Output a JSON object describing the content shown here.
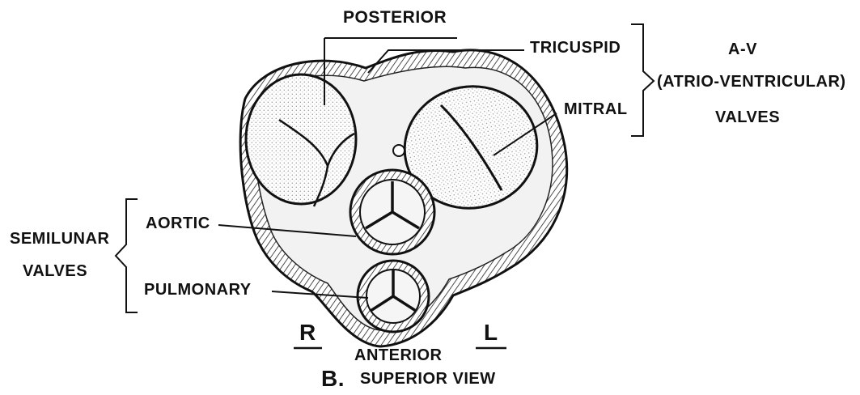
{
  "labels": {
    "posterior": "POSTERIOR",
    "tricuspid": "TRICUSPID",
    "mitral": "MITRAL",
    "av_line1": "A-V",
    "av_line2": "(ATRIO-VENTRICULAR)",
    "av_line3": "VALVES",
    "semilunar_line1": "SEMILUNAR",
    "semilunar_line2": "VALVES",
    "aortic": "AORTIC",
    "pulmonary": "PULMONARY",
    "right": "R",
    "left": "L",
    "anterior": "ANTERIOR",
    "panel_letter": "B.",
    "view_title": "SUPERIOR VIEW"
  }
}
